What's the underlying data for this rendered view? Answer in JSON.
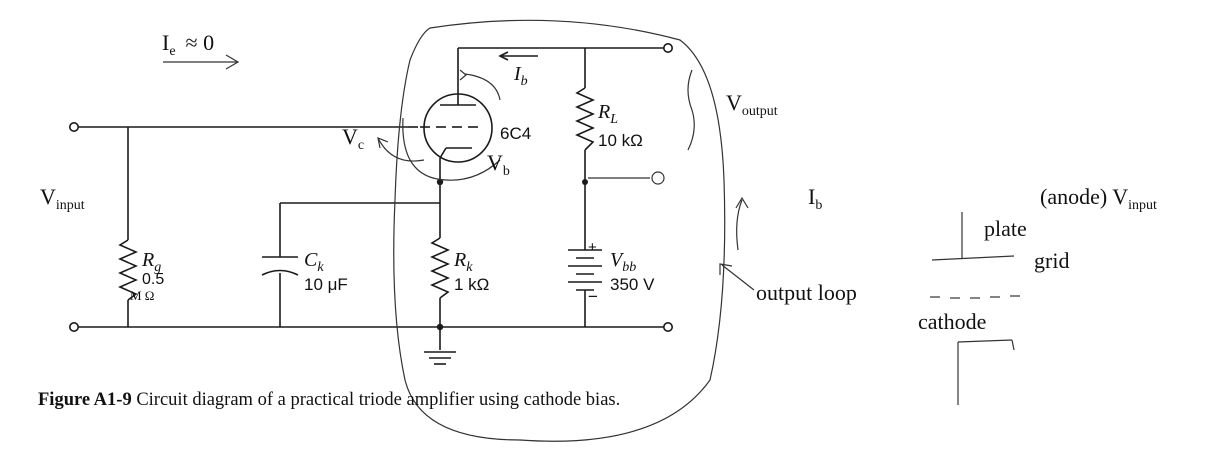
{
  "annotations": {
    "ie_main": "I",
    "ie_sub": "e",
    "ie_rest": "≈ 0",
    "vc_main": "V",
    "vc_sub": "c",
    "vb_main": "V",
    "vb_sub": "b",
    "vinput_main": "V",
    "vinput_sub": "input",
    "voutput_main": "V",
    "voutput_sub": "output",
    "ib_main": "I",
    "ib_sub": "b",
    "rg_unit": "M Ω",
    "output_loop": "output loop"
  },
  "circuit": {
    "ib_label": "I",
    "ib_sub": "b",
    "tube": "6C4",
    "rl_label": "R",
    "rl_sub": "L",
    "rl_value": "10 kΩ",
    "rg_label": "R",
    "rg_sub": "g",
    "rg_value": "0.5",
    "ck_label": "C",
    "ck_sub": "k",
    "ck_value": "10 μF",
    "rk_label": "R",
    "rk_sub": "k",
    "rk_value": "1 kΩ",
    "vbb_label": "V",
    "vbb_sub": "bb",
    "vbb_value": "350 V",
    "plus": "+",
    "minus": "−"
  },
  "sketch": {
    "anode_label": "(anode) V",
    "anode_sub": "input",
    "plate": "plate",
    "grid": "grid",
    "cathode": "cathode"
  },
  "caption": {
    "figure": "Figure A1-9",
    "text": " Circuit diagram of a practical triode amplifier using cathode bias."
  }
}
